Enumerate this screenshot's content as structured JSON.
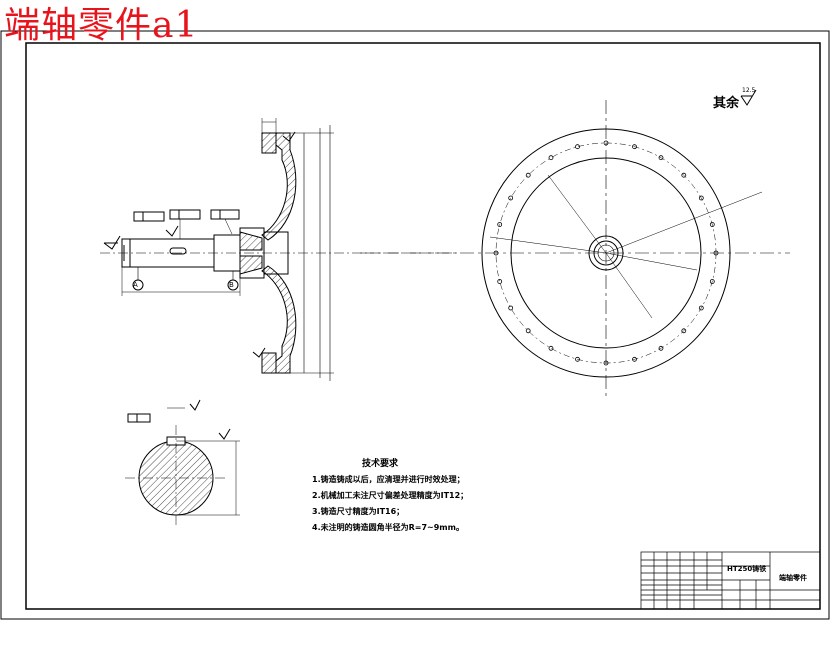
{
  "watermark": "端轴零件a1",
  "other_surface": "其余",
  "roughness_main": "12.5",
  "technical_requirements": {
    "title": "技术要求",
    "items": [
      "1.铸造铸成以后，应清理并进行时效处理；",
      "2.机械加工未注尺寸偏差处理精度为IT12；",
      "3.铸造尺寸精度为IT16；",
      "4.未注明的铸造圆角半径为R=7~9mm。"
    ]
  },
  "title_block": {
    "material": "HT250铸铁",
    "part_name": "端轴零件"
  },
  "datums": [
    "A",
    "B"
  ]
}
